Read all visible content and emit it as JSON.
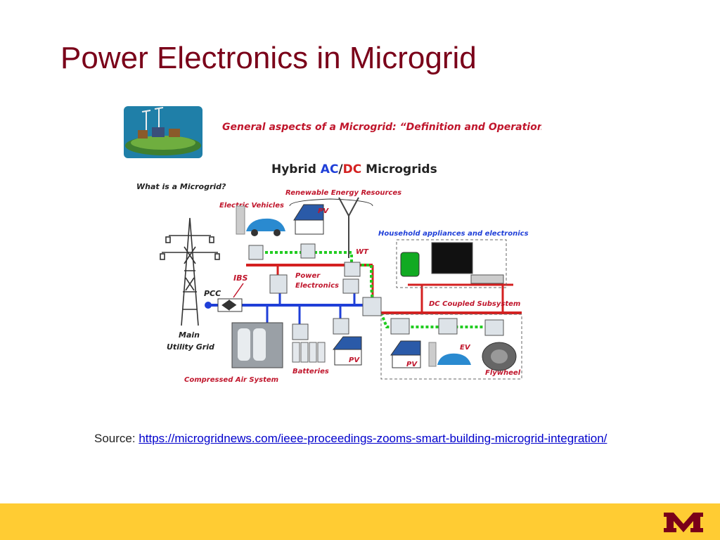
{
  "slide": {
    "title": "Power Electronics in Microgrid"
  },
  "figure": {
    "banner_title": "General aspects of a Microgrid: “Definition and Operation”",
    "heading_prefix": "Hybrid ",
    "heading_ac": "AC",
    "heading_slash": "/",
    "heading_dc": "DC",
    "heading_suffix": " Microgrids",
    "question": "What is a Microgrid?",
    "labels": {
      "electric_vehicles": "Electric Vehicles",
      "renewable_energy": "Renewable Energy Resources",
      "pv_top": "PV",
      "wt": "WT",
      "household": "Household appliances and electronics",
      "ibs": "IBS",
      "power_electronics_1": "Power",
      "power_electronics_2": "Electronics",
      "pcc": "PCC",
      "dc_coupled": "DC Coupled Subsystem",
      "main_grid_1": "Main",
      "main_grid_2": "Utility Grid",
      "ev": "EV",
      "pv_bottom_left": "PV",
      "pv_bottom_right": "PV",
      "flywheel": "Flywheel",
      "batteries": "Batteries",
      "compressed_air": "Compressed Air System"
    },
    "colors": {
      "ac_bus": "#1f3fd8",
      "dc_bus": "#d42020",
      "dc_link": "#22cc22",
      "label_red": "#c0162c",
      "banner_text": "#c0162c"
    }
  },
  "source": {
    "prefix": "Source: ",
    "link_text": "https://microgridnews.com/ieee-proceedings-zooms-smart-building-microgrid-integration/"
  },
  "footer": {
    "logo_icon": "university-m-logo-icon",
    "bar_color": "#ffcc33",
    "logo_color": "#7a0019"
  }
}
